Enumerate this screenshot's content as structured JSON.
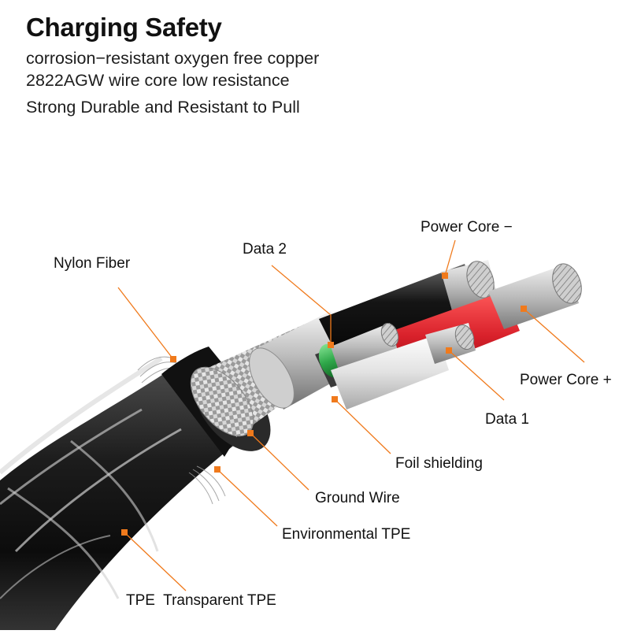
{
  "header": {
    "title": "Charging Safety",
    "lines": [
      "corrosion−resistant oxygen free copper",
      "2822AGW wire core low resistance",
      "Strong Durable and Resistant to Pull"
    ]
  },
  "labels": {
    "nylon_fiber": "Nylon Fiber",
    "data2": "Data 2",
    "power_core_minus": "Power Core −",
    "power_core_plus": "Power Core +",
    "data1": "Data 1",
    "foil_shielding": "Foil shielding",
    "ground_wire": "Ground Wire",
    "environmental_tpe": "Environmental TPE",
    "tpe_transparent": "TPE  Transparent TPE"
  },
  "colors": {
    "accent": "#f07a1c",
    "jacket": "#1b1b1b",
    "power_minus_insulation": "#111111",
    "power_plus_insulation": "#d8202a",
    "data2_insulation": "#2fa84a",
    "data1_insulation": "#e8e8e8",
    "copper_strands": "#c9c9c9"
  }
}
